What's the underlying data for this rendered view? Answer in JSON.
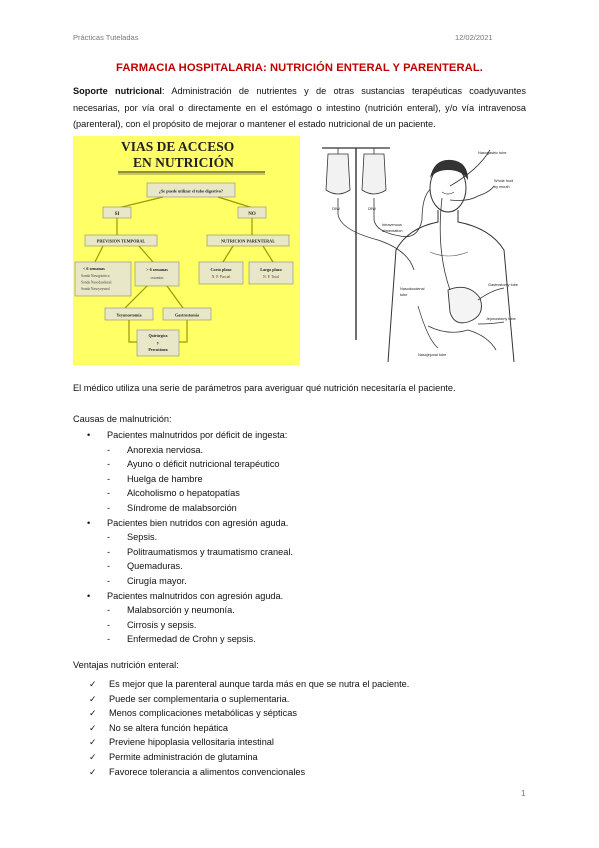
{
  "header": {
    "left": "Prácticas Tuteladas",
    "right": "12/02/2021"
  },
  "title": "FARMACIA HOSPITALARIA: NUTRICIÓN ENTERAL Y PARENTERAL.",
  "intro": {
    "term": "Soporte nutricional",
    "text": ": Administración de nutrientes y de otras sustancias terapéuticas coadyuvantes necesarias, por vía oral o directamente en el estómago o intestino (nutrición enteral), y/o vía intravenosa (parenteral), con el propósito de mejorar o mantener el estado nutricional de un paciente."
  },
  "figure1": {
    "title_line1": "VIAS DE ACCESO",
    "title_line2": "EN NUTRICIÓN",
    "question": "¿Se puede utilizar el tubo digestivo?",
    "yes": "SI",
    "no": "NO",
    "prevision": "PREVISION TEMPORAL",
    "parenteral": "NUTRICION PARENTERAL",
    "lt6_line1": "< 6 semanas",
    "lt6_line2": "Sonda Nasogástrica",
    "lt6_line3": "Sonda Nasoduodenal",
    "lt6_line4": "Sonda Nasoyeyunal",
    "gt6_line1": "> 6 semanas",
    "gt6_line2": "ostomías",
    "corto_line1": "Corto plazo",
    "corto_line2": "N. P. Parcial",
    "largo_line1": "Largo plazo",
    "largo_line2": "N. P. Total",
    "yeyunostomia": "Yeyunostomía",
    "gastrostomia": "Gastrostomía",
    "quirurgica_line1": "Quirúrgica",
    "quirurgica_line2": "y",
    "quirurgica_line3": "Percutánea"
  },
  "figure2": {
    "bag1": "D5W",
    "bag2": "D5W",
    "nasogastric": "Nasogastric tube",
    "whole_food_line1": "Whole food",
    "whole_food_line2": "by mouth",
    "iv_line1": "Intravenous",
    "iv_line2": "alimentation",
    "nasoduodenal_line1": "Nasoduodenal",
    "nasoduodenal_line2": "tube",
    "gastrostomy": "Gastrostomy tube",
    "jejunostomy": "Jejunostomy tube",
    "nasojejunal": "Nasojejunal tube"
  },
  "para_medico": "El médico utiliza una serie de parámetros para averiguar qué nutrición necesitaría el paciente.",
  "causas_heading": "Causas de malnutrición:",
  "causas": [
    {
      "label": "Pacientes malnutridos por déficit de ingesta:",
      "items": [
        "Anorexia nerviosa.",
        "Ayuno o déficit nutricional terapéutico",
        "Huelga de hambre",
        "Alcoholismo o hepatopatías",
        "Síndrome de malabsorción"
      ]
    },
    {
      "label": "Pacientes bien nutridos con agresión aguda.",
      "items": [
        "Sepsis.",
        "Politraumatismos y traumatismo craneal.",
        "Quemaduras.",
        "Cirugía mayor."
      ]
    },
    {
      "label": "Pacientes malnutridos con agresión aguda.",
      "items": [
        "Malabsorción y neumonía.",
        "Cirrosis y sepsis.",
        "Enfermedad de Crohn y sepsis."
      ]
    }
  ],
  "ventajas_heading": "Ventajas nutrición enteral:",
  "ventajas": [
    "Es mejor que la parenteral aunque tarda más en que se nutra el paciente.",
    "Puede ser complementaria o suplementaria.",
    "Menos complicaciones metabólicas y sépticas",
    "No se altera función hepática",
    "Previene hipoplasia vellositaria intestinal",
    "Permite administración de glutamina",
    "Favorece tolerancia a alimentos convencionales"
  ],
  "page_number": "1",
  "colors": {
    "title": "#c00000",
    "figure_yellow": "#ffff66",
    "figure_box": "#e8e8c8",
    "arrow_yellow": "#cccc00"
  }
}
